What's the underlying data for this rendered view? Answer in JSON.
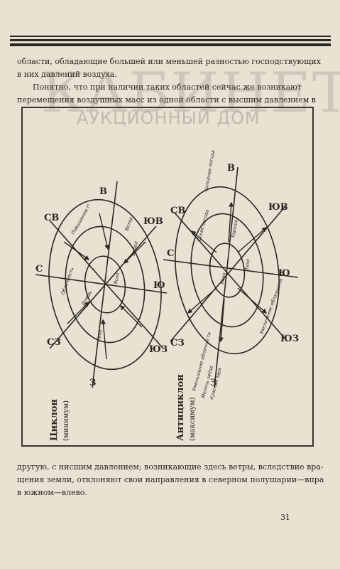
{
  "text": {
    "top_lines": [
      "области, обладающие большей или меньшей разностью господствующих",
      "в них давлений воздуха.",
      "Понятно, что при наличии таких областей сейчас же возникают",
      "перемещения воздушных масс из одной области с высшим давлением в"
    ],
    "bottom_lines": [
      "другую, с нисшим давлением; возникающие здесь ветры, вследствие вра-",
      "щения земли, отклоняют свои направления в северном полушарии—вправо,",
      "в южном—влево."
    ],
    "page_number": "31"
  },
  "watermark": {
    "line1": "КАБИНЕТЪ",
    "line2": "АУКЦИОННЫЙ ДОМ"
  },
  "diagram": {
    "left_caption_1": "Циклон",
    "left_caption_2": "(минимум)",
    "right_caption_1": "Антициклон",
    "right_caption_2": "(максимум)",
    "dir_north": "С",
    "dir_south": "Ю",
    "dir_east": "В",
    "dir_west": "З",
    "dir_ne": "СВ",
    "dir_nw": "СЗ",
    "dir_se": "ЮВ",
    "dir_sw": "ЮЗ",
    "left_notes": [
      "Повышение t°",
      "Ветер",
      "Дождь",
      "Ясно",
      "Облачность",
      "Холод",
      "Сухо"
    ],
    "right_notes": [
      "Холодная погода",
      "Сухая погода",
      "Хорошо",
      "Ясно",
      "Тихо",
      "Уменьшение облачности",
      "Увеличение облачности",
      "Мелочь звёзд",
      "Красная заря"
    ]
  }
}
